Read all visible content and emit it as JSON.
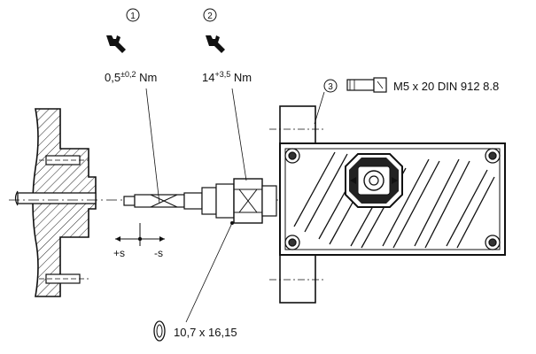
{
  "callouts": [
    {
      "number": "①",
      "base": "0,5",
      "superscript": "±0,2",
      "unit": " Nm",
      "icon": "wrench-icon"
    },
    {
      "number": "②",
      "base": "14",
      "superscript": "+3,5",
      "unit": " Nm",
      "icon": "wrench-icon"
    },
    {
      "number": "③",
      "text": "M5 x 20 DIN 912 8.8",
      "icon": "socket-head-screw-icon"
    }
  ],
  "adjustment": {
    "plus_label": "+s",
    "minus_label": "-s"
  },
  "seal": {
    "text": "10,7 x 16,15",
    "icon": "o-ring-icon"
  }
}
